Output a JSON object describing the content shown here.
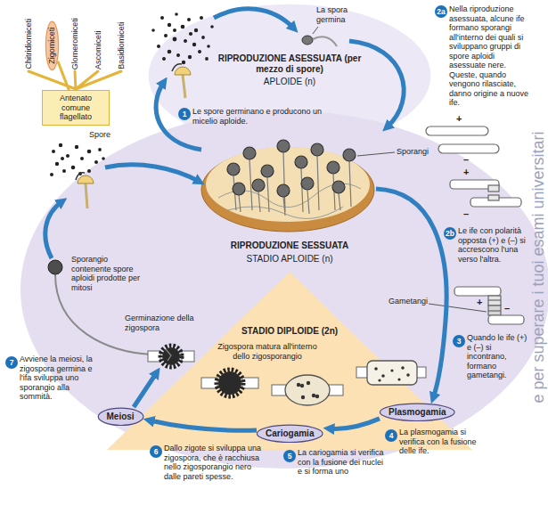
{
  "diagram": {
    "nodes": [
      {
        "text": [
          "Zigomiceti"
        ]
      },
      {
        "text": [
          "Antenato comune flagellato"
        ]
      },
      {
        "text": [
          "RIPRODUZIONE ASESSUATA (per mezzo di spore)",
          "APLOIDE (n)"
        ]
      },
      {
        "text": [
          "RIPRODUZIONE SESSUATA",
          "STADIO APLOIDE (n)"
        ]
      },
      {
        "text": [
          "STADIO DIPLOIDE (2n)"
        ],
        "in": 3
      },
      {
        "text": [
          "Plasmogamia"
        ],
        "in": 3
      },
      {
        "text": [
          "Cariogamia"
        ],
        "in": 4
      },
      {
        "text": [
          "Meiosi"
        ],
        "in": 3
      }
    ],
    "edges": [
      {
        "from": 1,
        "to": 0,
        "arrow": "none"
      },
      {
        "from": 5,
        "to": 6,
        "arrow": "to"
      },
      {
        "from": 6,
        "to": 7,
        "arrow": "to"
      }
    ],
    "labels": [
      "Chitridiomiceti",
      "Glomeromiceti",
      "Ascomiceti",
      "Basidiomiceti",
      "La spora germina",
      "2a",
      "Nella riproduzione asessuata, alcune ife formano sporangi all'interno dei quali si sviluppano gruppi di spore aploidi asessuate nere. Queste, quando vengono rilasciate, danno origine a nuove ife.",
      "1",
      "Le spore germinano e producono un micelio aploide.",
      "Sporangi",
      "Spore",
      "+",
      "–",
      "+",
      "–",
      "2b",
      "Le ife con polarità opposta (+) e (–) si accrescono l'una verso l'altra.",
      "Gametangi",
      "+",
      "–",
      "3",
      "Quando le ife (+) e (–) si incontrano, formano gametangi.",
      "Sporangio contenente spore aploidi prodotte per mitosi",
      "Germinazione della zigospora",
      "Zigospora matura all'interno dello zigosporangio",
      "7",
      "Avviene la meiosi, la zigospora germina e l'ifa sviluppa uno sporangio alla sommità.",
      "6",
      "Dallo zigote si sviluppa una zigospora, che è racchiusa nello zigosporangio nero dalle pareti spesse.",
      "5",
      "La cariogamia si verifica con la fusione dei nuclei e si forma uno",
      "4",
      "La plasmogamia si verifica con la fusione delle ife.",
      "e per superare i tuoi esami universitari"
    ]
  }
}
